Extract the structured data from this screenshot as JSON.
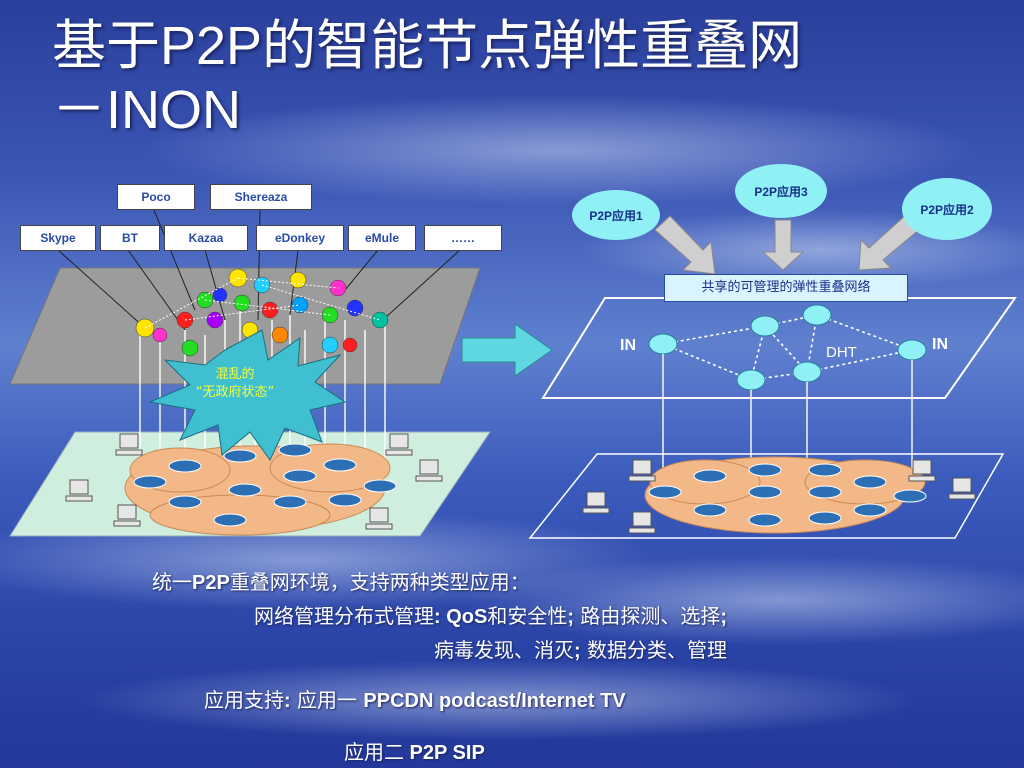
{
  "slide": {
    "title_line1": "基于P2P的智能节点弹性重叠网",
    "title_line2": "－INON"
  },
  "left_diagram": {
    "app_labels_row1": [
      "Poco",
      "Shereaza"
    ],
    "app_labels_row2": [
      "Skype",
      "BT",
      "Kazaa",
      "eDonkey",
      "eMule",
      "……"
    ],
    "chaos_line1": "混乱的",
    "chaos_line2": "“无政府状态”"
  },
  "right_diagram": {
    "apps": [
      "P2P应用1",
      "P2P应用3",
      "P2P应用2"
    ],
    "shared_network": "共享的可管理的弹性重叠网络",
    "in_left": "IN",
    "in_right": "IN",
    "dht": "DHT"
  },
  "text": {
    "line1_prefix": "统一",
    "line1_bold": "P2P",
    "line1_rest": "重叠网环境，支持两种类型应用：",
    "line2_a": "网络管理分布式管理",
    "line2_b": ": QoS",
    "line2_c": "和安全性",
    "line2_d": ";",
    "line2_e": " 路由探测、选择",
    "line2_f": ";",
    "line3_a": "病毒发现、消灭",
    "line3_b": ";",
    "line3_c": " 数据分类、管理",
    "line4_a": "应用支持",
    "line4_b": ":",
    "line4_c": " 应用一 ",
    "line4_d": " PPCDN podcast/Internet TV",
    "line5_a": "应用二",
    "line5_b": " P2P SIP"
  },
  "colors": {
    "arrow": "#5fd7e0",
    "node": "#8ff0f6",
    "cloud": "#f3b887",
    "router": "#2d6fb5",
    "green_plane": "#cfeedd"
  }
}
